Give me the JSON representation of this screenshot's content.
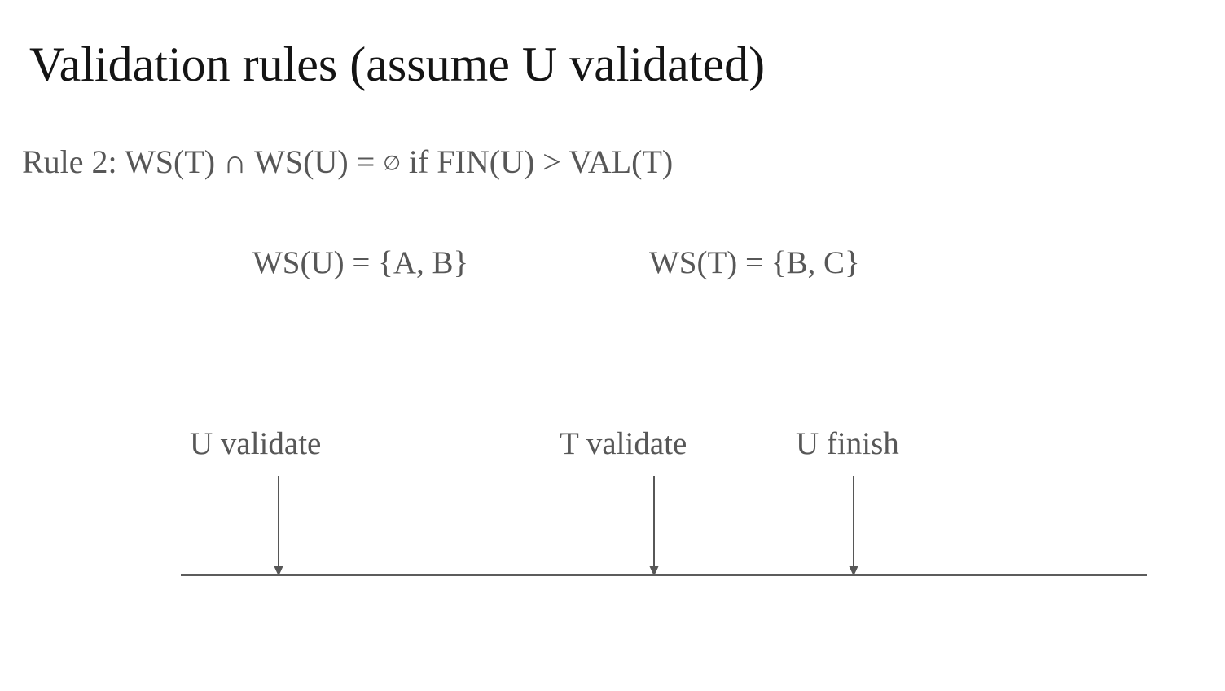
{
  "slide": {
    "title": "Validation rules (assume U validated)",
    "rule": {
      "prefix": "Rule 2: WS(T) ∩ WS(U) = ",
      "empty_set": "∅",
      "suffix": " if FIN(U) > VAL(T)"
    },
    "write_sets": {
      "u": "WS(U) = {A, B}",
      "t": "WS(T) = {B, C}"
    },
    "timeline": {
      "events": [
        {
          "label": "U validate"
        },
        {
          "label": "T validate"
        },
        {
          "label": "U finish"
        }
      ]
    },
    "colors": {
      "title_text": "#141414",
      "body_text": "#575757",
      "line": "#5c5c5c",
      "background": "#ffffff"
    }
  }
}
